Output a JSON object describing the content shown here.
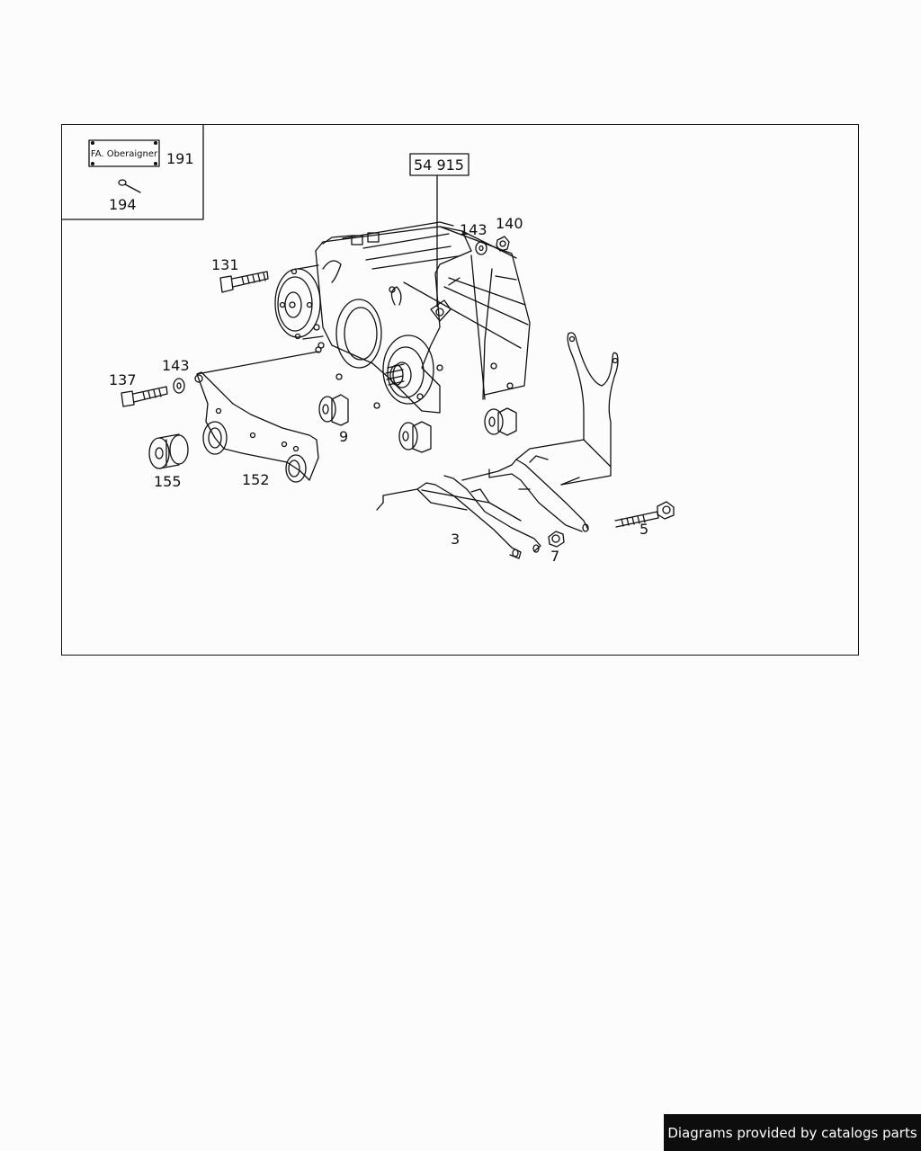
{
  "inset": {
    "plate_text": "FA. Oberaigner"
  },
  "callout": {
    "code": "54 915"
  },
  "labels": {
    "p191": "191",
    "p194": "194",
    "p131": "131",
    "p143a": "143",
    "p140": "140",
    "p143b": "143",
    "p137": "137",
    "p9": "9",
    "p155": "155",
    "p152": "152",
    "p3": "3",
    "p7": "7",
    "p5": "5"
  },
  "footer": {
    "text": "Diagrams provided by catalogs parts"
  },
  "colors": {
    "line": "#111111",
    "background": "#fcfcfc",
    "banner": "#0d0d0d"
  }
}
